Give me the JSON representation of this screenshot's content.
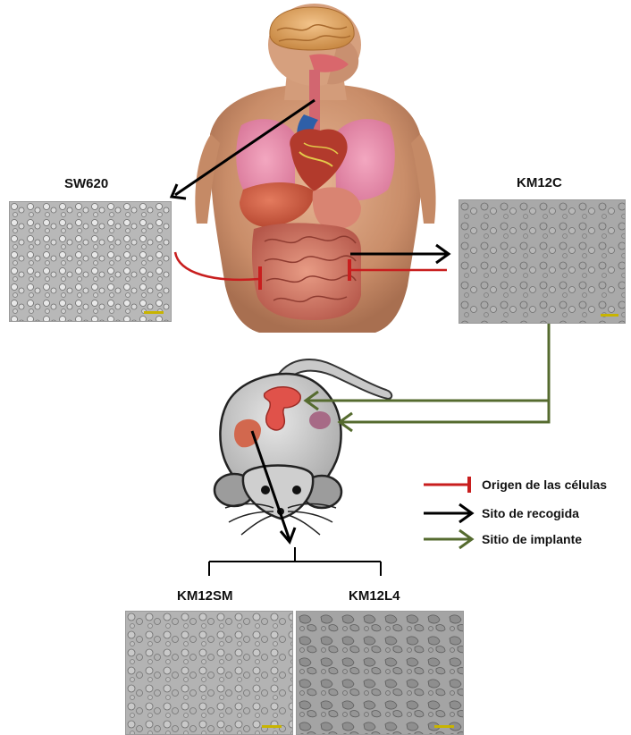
{
  "labels": {
    "sw620": "SW620",
    "km12c": "KM12C",
    "km12sm": "KM12SM",
    "km12l4": "KM12L4"
  },
  "legend": {
    "origin": "Origen de las células",
    "collection": "Sito de recogida",
    "implant": "Sitio de implante"
  },
  "colors": {
    "origin": "#c81e1e",
    "collection": "#000000",
    "implant": "#556b2f"
  },
  "icons": {
    "human_anatomy": "human-anatomy-illustration",
    "mouse": "mouse-illustration"
  }
}
